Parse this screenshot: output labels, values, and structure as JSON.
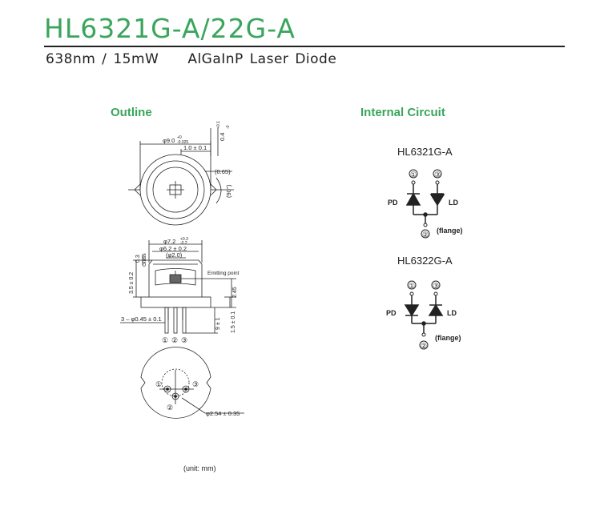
{
  "header": {
    "title": "HL6321G-A/22G-A",
    "spec": "638nm / 15mW",
    "description": "AlGaInP Laser Diode"
  },
  "outline": {
    "heading": "Outline",
    "top_view": {
      "dim_diameter": "φ9.0",
      "dim_diameter_tol_upper": "+0",
      "dim_diameter_tol_lower": "-0.025",
      "dim_offset": "1.0 ± 0.1",
      "dim_small": "(0.65)",
      "dim_angle": "(90°)",
      "dim_notch": "0.4",
      "dim_notch_tol_upper": "+0.1",
      "dim_notch_tol_lower": "-0"
    },
    "side_view": {
      "dim_cap_diameter": "φ7.2",
      "dim_cap_tol_upper": "+0.3",
      "dim_cap_tol_lower": "-0.2",
      "dim_window_diameter": "φ6.2 ± 0.2",
      "dim_glass_diameter": "(φ2.0)",
      "glass_label": "Glass",
      "dim_glass_height": "0.3",
      "dim_total_height": "3.5 ± 0.2",
      "emitting_point_label": "Emitting point",
      "dim_emitting_height": "2.45",
      "dim_leads": "3 – φ0.45 ± 0.1",
      "dim_lead_length": "9 ± 1",
      "dim_flange": "1.5 ± 0.1",
      "pin_labels": [
        "①",
        "②",
        "③"
      ]
    },
    "bottom_view": {
      "pin_1": "①",
      "pin_2": "②",
      "pin_3": "③",
      "dim_pitch": "φ2.54 ± 0.35"
    },
    "unit_note": "(unit: mm)"
  },
  "internal_circuit": {
    "heading": "Internal Circuit",
    "circuits": [
      {
        "model": "HL6321G-A",
        "left_label": "PD",
        "right_label": "LD",
        "pin_top_left": "①",
        "pin_top_right": "③",
        "pin_bottom": "②",
        "flange_label": "(flange)"
      },
      {
        "model": "HL6322G-A",
        "left_label": "PD",
        "right_label": "LD",
        "pin_top_left": "①",
        "pin_top_right": "③",
        "pin_bottom": "②",
        "flange_label": "(flange)"
      }
    ]
  },
  "colors": {
    "accent": "#3aa55c",
    "text": "#222222"
  }
}
